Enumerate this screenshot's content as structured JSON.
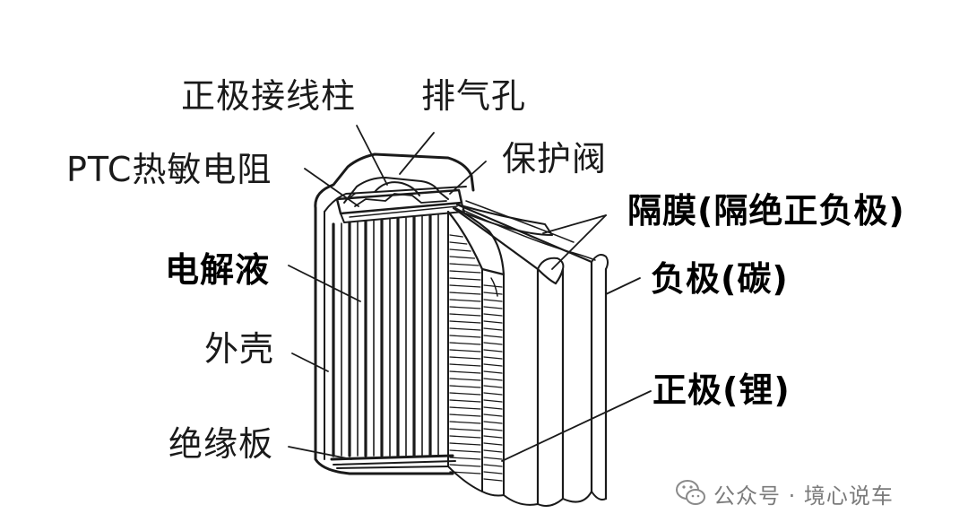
{
  "diagram": {
    "labels": {
      "positive_terminal": "正极接线柱",
      "vent_hole": "排气孔",
      "ptc_thermistor": "PTC热敏电阻",
      "safety_valve": "保护阀",
      "separator": "隔膜(隔绝正负极)",
      "electrolyte": "电解液",
      "negative_electrode": "负极(碳)",
      "casing": "外壳",
      "positive_electrode": "正极(锂)",
      "insulating_plate": "绝缘板"
    }
  },
  "watermark": {
    "icon": "wechat-icon",
    "text": "公众号 · 境心说车"
  },
  "colors": {
    "ink": "#1a1a1a",
    "watermark": "#8a8a8a",
    "background": "#ffffff"
  }
}
